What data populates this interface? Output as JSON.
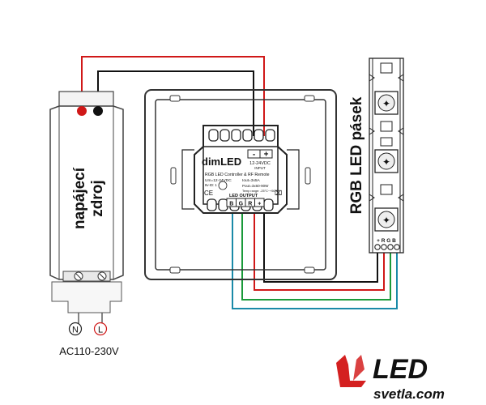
{
  "psu": {
    "label_line1": "napájecí",
    "label_line2": "zdroj",
    "terminal_n": "N",
    "terminal_l": "L",
    "mains": "AC110-230V"
  },
  "controller": {
    "brand": "dimLED",
    "model_line": "RGB LED Controller & RF Remote",
    "spec_left": "Um=12-24VDC",
    "spec_right": "Iout=3x5A",
    "spec_extra": "Pout=3x60-90W",
    "input_label": "12-24VDC",
    "input_sub": "INPUT",
    "minus": "-",
    "plus": "+",
    "output_label": "LED OUTPUT",
    "ch_b": "B",
    "ch_g": "G",
    "ch_r": "R",
    "ch_plus": "+",
    "id_code": "8v-ID: 1",
    "temp": "Temp range: -25°C~+50°C"
  },
  "strip": {
    "label": "RGB LED pásek",
    "pins": "+ R G B"
  },
  "logo": {
    "line1": "LED",
    "line2": "svetla.com"
  },
  "colors": {
    "red_wire": "#d01818",
    "black_wire": "#111111",
    "green_wire": "#1a9a3a",
    "blue_wire": "#1a8aa8",
    "logo_red": "#d42020"
  }
}
